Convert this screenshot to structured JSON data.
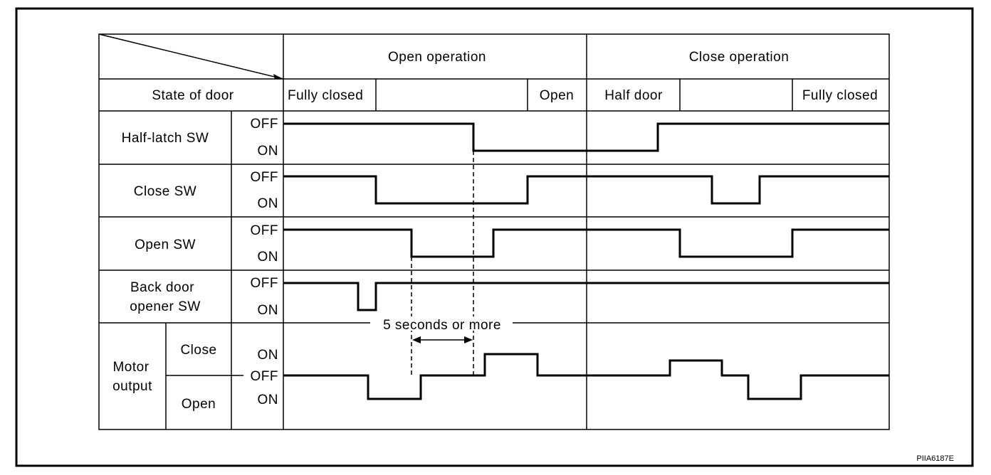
{
  "headers": {
    "open_operation": "Open operation",
    "close_operation": "Close operation"
  },
  "state_row": {
    "label": "State of door",
    "states": [
      "Fully closed",
      "Open",
      "Half door",
      "Fully closed"
    ]
  },
  "signals": {
    "half_latch": "Half-latch SW",
    "close_sw": "Close SW",
    "open_sw": "Open SW",
    "back_door_line1": "Back door",
    "back_door_line2": "opener SW",
    "motor_line1": "Motor",
    "motor_line2": "output",
    "motor_close": "Close",
    "motor_open": "Open"
  },
  "levels": {
    "off": "OFF",
    "on": "ON"
  },
  "annotation": "5 seconds or more",
  "figure_code": "PIIA6187E"
}
